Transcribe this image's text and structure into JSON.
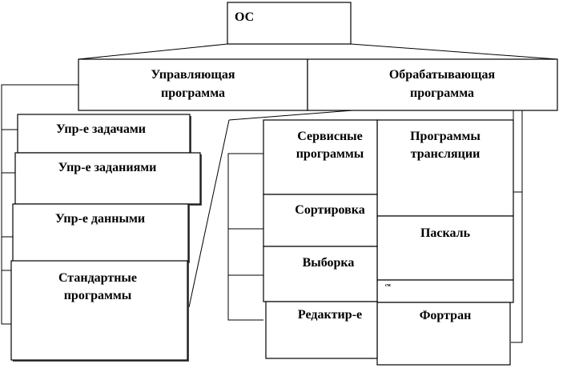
{
  "diagram": {
    "root": "ОС",
    "control_program": [
      "Управляющая",
      "программа"
    ],
    "processing_program": [
      "Обрабатывающая",
      "программа"
    ],
    "control_items": {
      "tasks": "Упр-е задачами",
      "jobs": "Упр-е заданиями",
      "data": "Упр-е данными",
      "standard": [
        "Стандартные",
        "программы"
      ]
    },
    "service": {
      "title": [
        "Сервисные",
        "программы"
      ],
      "sort": "Сортировка",
      "select": "Выборка",
      "edit": "Редактир-е"
    },
    "translation": {
      "title": [
        "Программы",
        "трансляции"
      ],
      "pascal": "Паскаль",
      "tiny_label": "см",
      "fortran": "Фортран"
    }
  }
}
